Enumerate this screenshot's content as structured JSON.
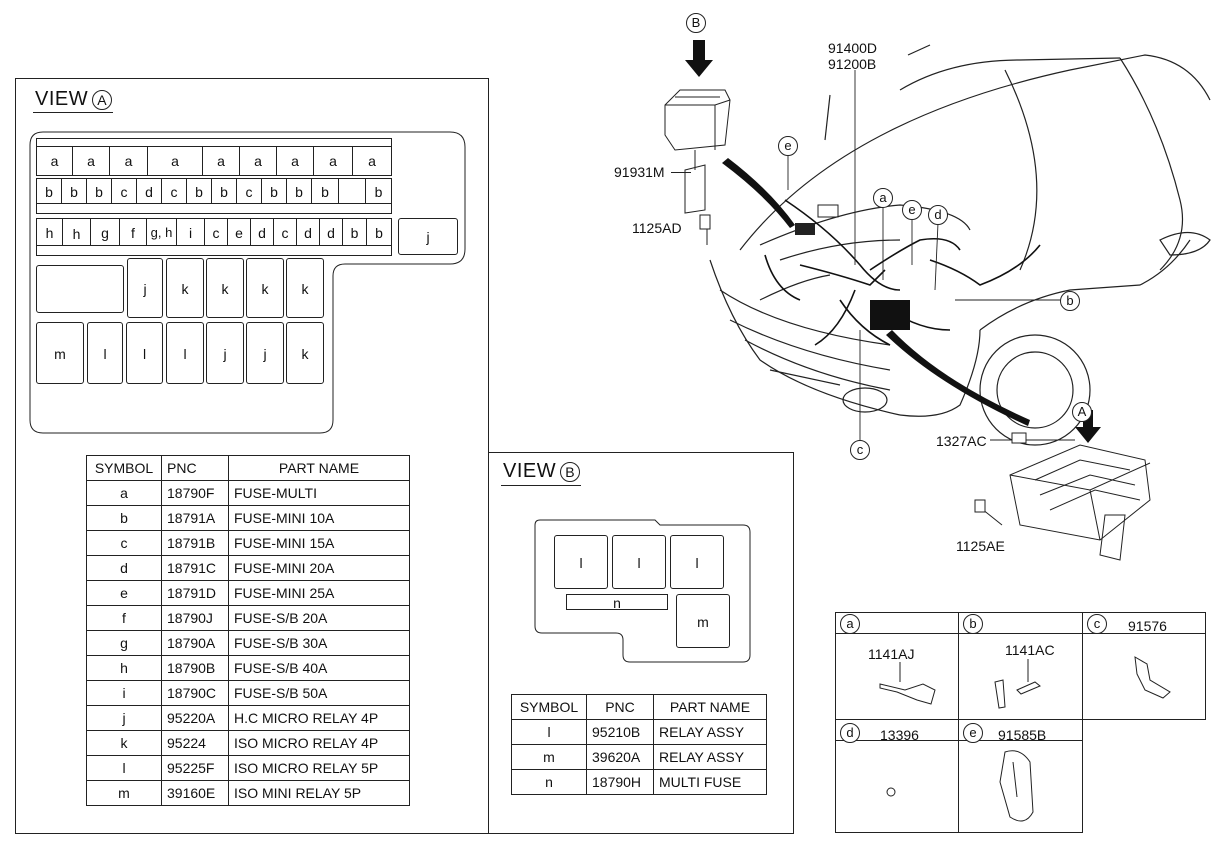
{
  "view_a": {
    "title": "VIEW",
    "marker": "A",
    "rows": {
      "row1": [
        "a",
        "a",
        "a",
        "a",
        "a",
        "a",
        "a",
        "a",
        "a"
      ],
      "row2": [
        "b",
        "b",
        "b",
        "c",
        "d",
        "c",
        "b",
        "b",
        "c",
        "b",
        "b",
        "b",
        "",
        "b"
      ],
      "row3": [
        "h",
        "h",
        "g",
        "f",
        "g, h",
        "i",
        "c",
        "e",
        "d",
        "c",
        "d",
        "d",
        "b",
        "b"
      ],
      "row3_extra": "j",
      "row4": [
        "",
        "j",
        "k",
        "k",
        "k",
        "k"
      ],
      "row5": [
        "m",
        "l",
        "l",
        "l",
        "j",
        "j",
        "k"
      ]
    },
    "table": {
      "headers": [
        "SYMBOL",
        "PNC",
        "PART NAME"
      ],
      "rows": [
        [
          "a",
          "18790F",
          "FUSE-MULTI"
        ],
        [
          "b",
          "18791A",
          "FUSE-MINI 10A"
        ],
        [
          "c",
          "18791B",
          "FUSE-MINI 15A"
        ],
        [
          "d",
          "18791C",
          "FUSE-MINI 20A"
        ],
        [
          "e",
          "18791D",
          "FUSE-MINI 25A"
        ],
        [
          "f",
          "18790J",
          "FUSE-S/B 20A"
        ],
        [
          "g",
          "18790A",
          "FUSE-S/B 30A"
        ],
        [
          "h",
          "18790B",
          "FUSE-S/B 40A"
        ],
        [
          "i",
          "18790C",
          "FUSE-S/B 50A"
        ],
        [
          "j",
          "95220A",
          "H.C MICRO RELAY 4P"
        ],
        [
          "k",
          "95224",
          "ISO MICRO RELAY 4P"
        ],
        [
          "l",
          "95225F",
          "ISO MICRO RELAY 5P"
        ],
        [
          "m",
          "39160E",
          "ISO MINI RELAY 5P"
        ]
      ]
    }
  },
  "view_b": {
    "title": "VIEW",
    "marker": "B",
    "cells": [
      "l",
      "l",
      "l",
      "n",
      "m"
    ],
    "table": {
      "headers": [
        "SYMBOL",
        "PNC",
        "PART NAME"
      ],
      "rows": [
        [
          "l",
          "95210B",
          "RELAY ASSY"
        ],
        [
          "m",
          "39620A",
          "RELAY ASSY"
        ],
        [
          "n",
          "18790H",
          "MULTI FUSE"
        ]
      ]
    }
  },
  "main_diagram": {
    "callouts": {
      "b_top": "B",
      "p1": "91400D",
      "p2": "91200B",
      "p3": "91931M",
      "p4": "1125AD",
      "e1": "e",
      "a": "a",
      "e2": "e",
      "d": "d",
      "b": "b",
      "c": "c",
      "a_marker": "A",
      "p5": "1327AC",
      "p6": "1125AE"
    }
  },
  "parts_grid": {
    "cells": [
      {
        "letter": "a",
        "part": "1141AJ"
      },
      {
        "letter": "b",
        "part": "1141AC"
      },
      {
        "letter": "c",
        "part": "91576"
      },
      {
        "letter": "d",
        "part": "13396"
      },
      {
        "letter": "e",
        "part": "91585B"
      }
    ]
  }
}
